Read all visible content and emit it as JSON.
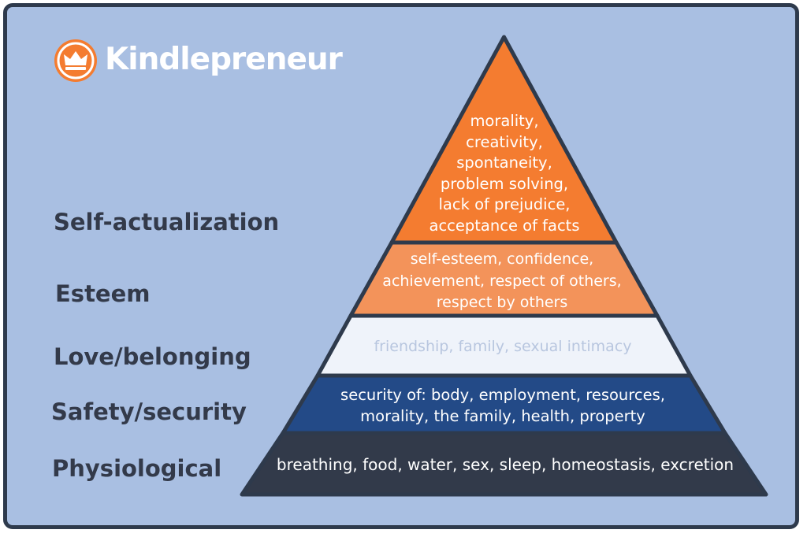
{
  "logo": {
    "text": "Kindlepreneur",
    "icon": "crown-icon",
    "color": "#f47c30"
  },
  "levels": [
    {
      "label": "Self-actualization",
      "description": "morality,\ncreativity,\nspontaneity,\nproblem solving,\nlack of prejudice,\nacceptance of facts",
      "color": "#f47c30"
    },
    {
      "label": "Esteem",
      "description": "self-esteem, confidence,\nachievement, respect of others,\nrespect by others",
      "color": "#f3935a"
    },
    {
      "label": "Love/belonging",
      "description": "friendship, family, sexual intimacy",
      "color": "#eff3fa"
    },
    {
      "label": "Safety/security",
      "description": "security of: body, employment, resources,\nmorality, the family, health, property",
      "color": "#234a87"
    },
    {
      "label": "Physiological",
      "description": "breathing, food, water, sex, sleep, homeostasis, excretion",
      "color": "#323a4a"
    }
  ],
  "colors": {
    "background": "#a9bfe2",
    "outline": "#2e3a4c"
  }
}
